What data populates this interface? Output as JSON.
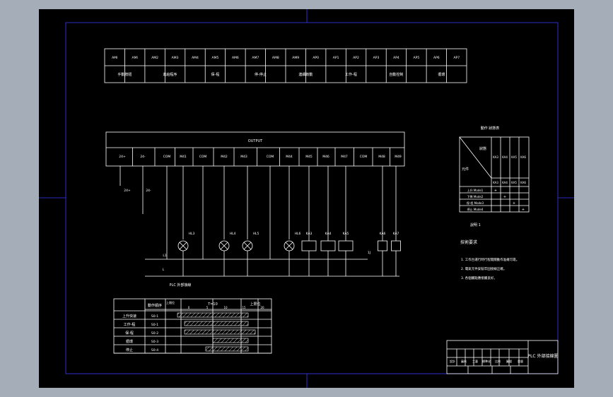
{
  "drawing": {
    "colors": {
      "background": "#000000",
      "frame": "#3a3aff",
      "lines": "#ffffff",
      "workspace": "#a5adb9"
    },
    "input_table": {
      "addresses": [
        "AMI",
        "AMI",
        "AM2",
        "AM3",
        "AM4",
        "AM5",
        "AM6",
        "AM7",
        "AM8",
        "AM9",
        "AP0",
        "AP1",
        "AP2",
        "AP3",
        "AP4",
        "AP5",
        "AP6",
        "AP7"
      ],
      "labels": [
        "手動按鈕",
        "進給程序",
        "保-程",
        "停-停止",
        "連續啟動",
        "工作-程",
        "自動控制",
        "循環"
      ]
    },
    "output_block": {
      "title": "OUTPUT",
      "terminals": [
        "24+",
        "24-",
        "COM",
        "M41",
        "COM",
        "M42",
        "M43",
        "COM",
        "M44",
        "M45",
        "M46",
        "M47",
        "COM",
        "M48",
        "M49"
      ],
      "left_labels": [
        "24+",
        "24-"
      ],
      "lamp_labels": [
        "HL3",
        "HL4",
        "HL5",
        "HL6"
      ],
      "coil_labels": [
        "KA3",
        "KA4",
        "KA5",
        "KA6",
        "KA7"
      ],
      "line_labels": [
        "L1",
        "L"
      ],
      "caption": "PLC 外部接線"
    },
    "sequence_table": {
      "header_left": "動作順序",
      "header_mid": "T=10",
      "header_right": "上限位",
      "header_small": [
        "上限位",
        "0",
        "5",
        "10",
        "15",
        "20"
      ],
      "rows": [
        {
          "name": "上升快速",
          "code": "S0-1"
        },
        {
          "name": "工作-程",
          "code": "S0-1"
        },
        {
          "name": "保-程",
          "code": "S0-2"
        },
        {
          "name": "循環",
          "code": "S0-3"
        },
        {
          "name": "停止",
          "code": "S0-4"
        }
      ]
    },
    "relay_table": {
      "title": "動作 狀態表",
      "diag_top": "狀態",
      "diag_bottom": "元件",
      "cols": [
        "KA3",
        "KA4",
        "KA5",
        "KA6"
      ],
      "rows": [
        "上升 Mode1",
        "下降 Mode2",
        "保-程 Mode3",
        "停止 Mode4"
      ],
      "marks": [
        [
          1,
          0,
          0,
          0
        ],
        [
          0,
          1,
          0,
          0
        ],
        [
          0,
          0,
          1,
          0
        ],
        [
          0,
          0,
          0,
          1
        ]
      ],
      "mark_char": "+"
    },
    "notes": {
      "tag": "說明 1",
      "heading": "技術要求",
      "items": [
        "1. 工作台運行時行程開關動作准確可靠。",
        "2. 電氣元件安裝牢固接線正確。",
        "3. 各個觸點應接觸良好。"
      ]
    },
    "title_block": {
      "title": "PLC 外部接線圖",
      "cells": [
        "設計",
        "審核",
        "工藝",
        "標準化",
        "比例",
        "圖號",
        "重量"
      ]
    }
  }
}
